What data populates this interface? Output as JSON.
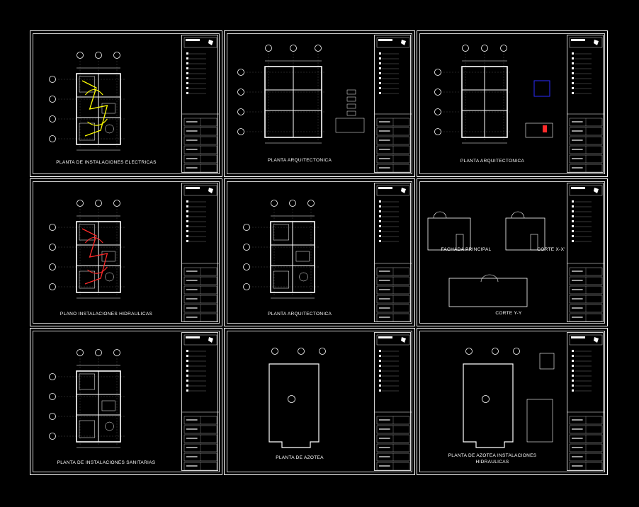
{
  "colors": {
    "background": "#000000",
    "lines": "#ffffff",
    "electrical": "#ffff00",
    "hydraulic": "#ff2a2a",
    "symbols": "#2b2bff",
    "structure": "#c97a2a"
  },
  "sheets": [
    {
      "id": "electrical-plan",
      "caption": "PLANTA DE INSTALACIONES ELECTRICAS",
      "kind": "plan-electrical"
    },
    {
      "id": "architectural-plan-1",
      "caption": "PLANTA ARQUITECTONICA",
      "kind": "plan-arch-grid"
    },
    {
      "id": "architectural-plan-2",
      "caption": "PLANTA ARQUITECTONICA",
      "kind": "plan-arch-detail"
    },
    {
      "id": "hydraulic-plan",
      "caption": "PLANO INSTALACIONES HIDRAULICAS",
      "kind": "plan-hydraulic"
    },
    {
      "id": "architectural-plan-3",
      "caption": "PLANTA ARQUITECTONICA",
      "kind": "plan-arch-furnished"
    },
    {
      "id": "elevations-sections",
      "caption": "",
      "kind": "elevations",
      "sub_captions": [
        "FACHADA PRINCIPAL",
        "CORTE X-X'",
        "CORTE Y-Y"
      ]
    },
    {
      "id": "sanitary-plan",
      "caption": "PLANTA DE INSTALACIONES SANITARIAS",
      "kind": "plan-sanitary"
    },
    {
      "id": "roof-plan",
      "caption": "PLANTA DE AZOTEA",
      "kind": "roof"
    },
    {
      "id": "roof-hydraulic-plan",
      "caption": "PLANTA DE AZOTEA INSTALACIONES\nHIDRAULICAS",
      "kind": "roof-hydraulic"
    }
  ]
}
